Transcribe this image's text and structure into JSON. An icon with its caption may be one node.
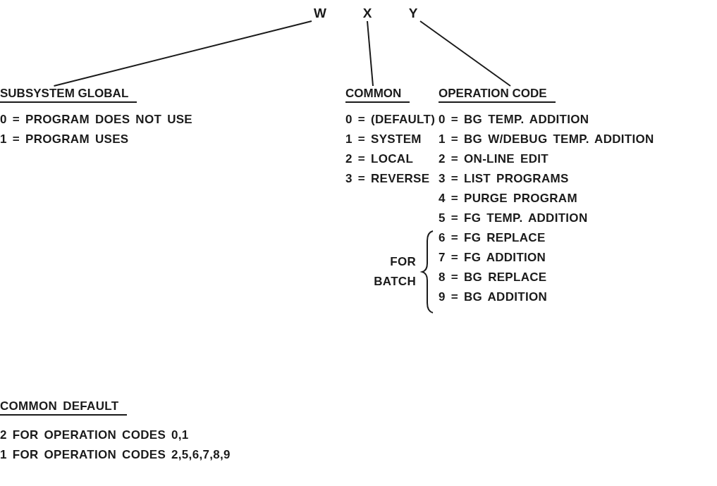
{
  "diagram": {
    "nodes": [
      {
        "text": [
          "W"
        ]
      },
      {
        "text": [
          "X"
        ]
      },
      {
        "text": [
          "Y"
        ]
      },
      {
        "text": [
          "SUBSYSTEM GLOBAL",
          "0 = PROGRAM DOES NOT USE",
          "1 = PROGRAM USES"
        ]
      },
      {
        "text": [
          "COMMON",
          "0 = (DEFAULT)",
          "1 = SYSTEM",
          "2 = LOCAL",
          "3 = REVERSE"
        ]
      },
      {
        "text": [
          "OPERATION CODE",
          "0 = BG TEMP. ADDITION",
          "1 = BG W/DEBUG TEMP. ADDITION",
          "2 = ON-LINE EDIT",
          "3 = LIST PROGRAMS",
          "4 = PURGE PROGRAM",
          "5 = FG TEMP. ADDITION",
          "6 = FG REPLACE",
          "7 = FG ADDITION",
          "8 = BG REPLACE",
          "9 = BG ADDITION"
        ]
      }
    ],
    "edges": [
      {
        "from": 0,
        "to": 3,
        "arrow": "none"
      },
      {
        "from": 1,
        "to": 4,
        "arrow": "none"
      },
      {
        "from": 2,
        "to": 5,
        "arrow": "none"
      }
    ],
    "labels": [
      "FOR BATCH",
      "COMMON DEFAULT",
      "2 FOR OPERATION CODES 0,1",
      "1 FOR OPERATION CODES 2,5,6,7,8,9"
    ]
  }
}
